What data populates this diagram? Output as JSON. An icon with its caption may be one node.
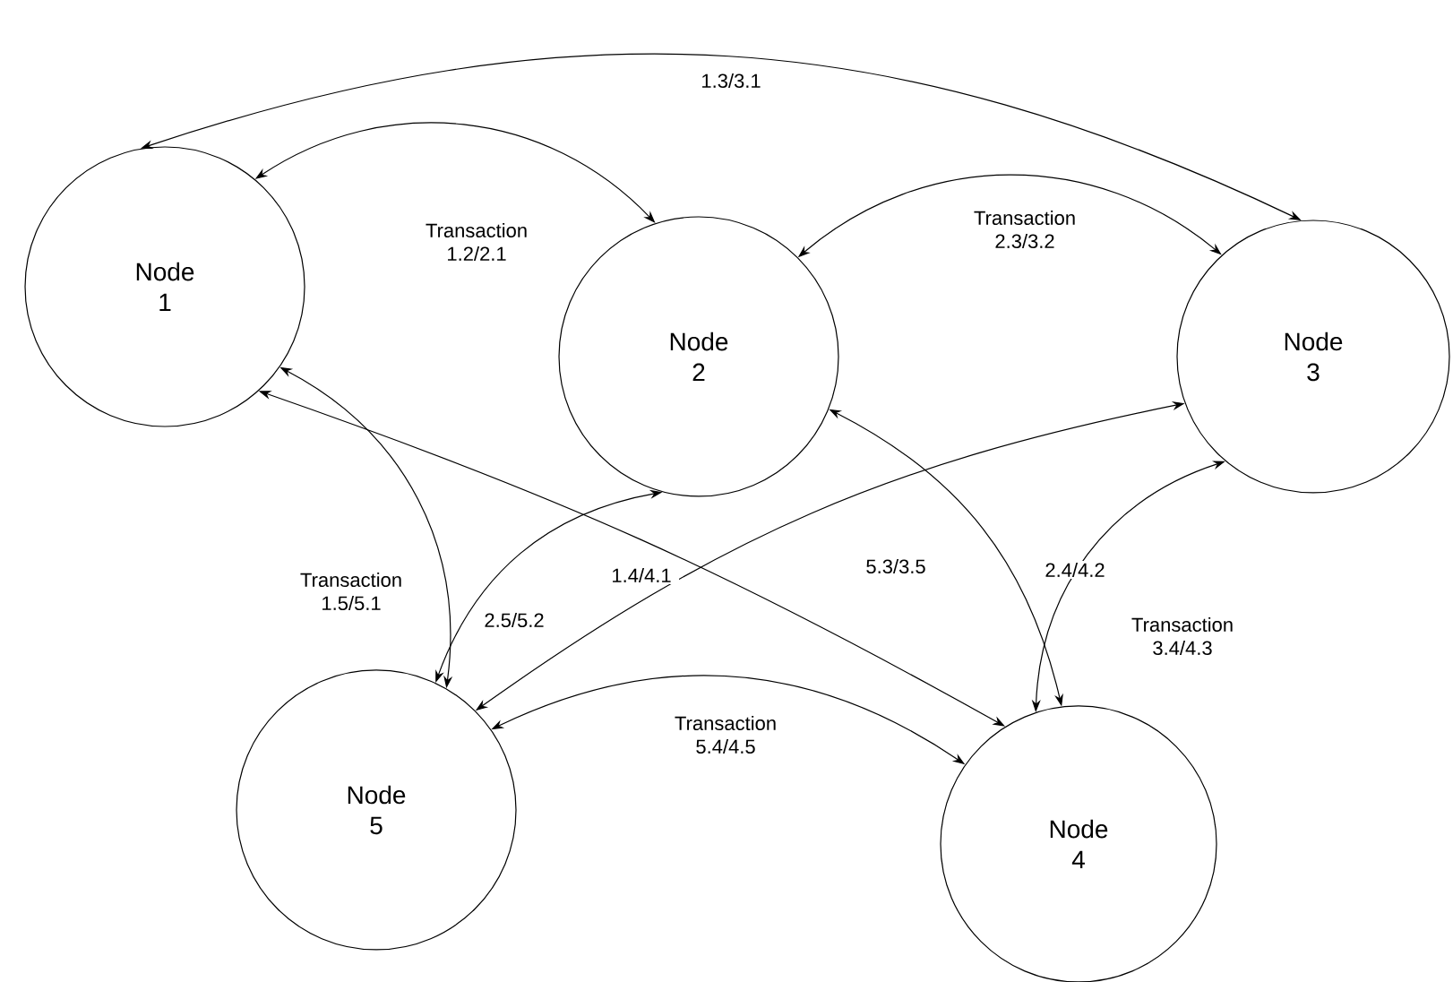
{
  "diagram": {
    "nodes": [
      {
        "text": [
          "Node 1"
        ]
      },
      {
        "text": [
          "Node 2"
        ]
      },
      {
        "text": [
          "Node 3"
        ]
      },
      {
        "text": [
          "Node 4"
        ]
      },
      {
        "text": [
          "Node 5"
        ]
      }
    ],
    "edges": [
      {
        "from": 0,
        "to": 2,
        "arrow": "both",
        "label": "1.3/3.1"
      },
      {
        "from": 0,
        "to": 1,
        "arrow": "both",
        "label": "Transaction 1.2/2.1"
      },
      {
        "from": 1,
        "to": 2,
        "arrow": "both",
        "label": "Transaction 2.3/3.2"
      },
      {
        "from": 0,
        "to": 4,
        "arrow": "both",
        "label": "Transaction 1.5/5.1"
      },
      {
        "from": 1,
        "to": 4,
        "arrow": "both",
        "label": "2.5/5.2"
      },
      {
        "from": 0,
        "to": 3,
        "arrow": "both",
        "label": "1.4/4.1"
      },
      {
        "from": 4,
        "to": 2,
        "arrow": "both",
        "label": "5.3/3.5"
      },
      {
        "from": 1,
        "to": 3,
        "arrow": "both",
        "label": "2.4/4.2"
      },
      {
        "from": 2,
        "to": 3,
        "arrow": "both",
        "label": "Transaction 3.4/4.3"
      },
      {
        "from": 4,
        "to": 3,
        "arrow": "both",
        "label": "Transaction 5.4/4.5"
      }
    ]
  }
}
